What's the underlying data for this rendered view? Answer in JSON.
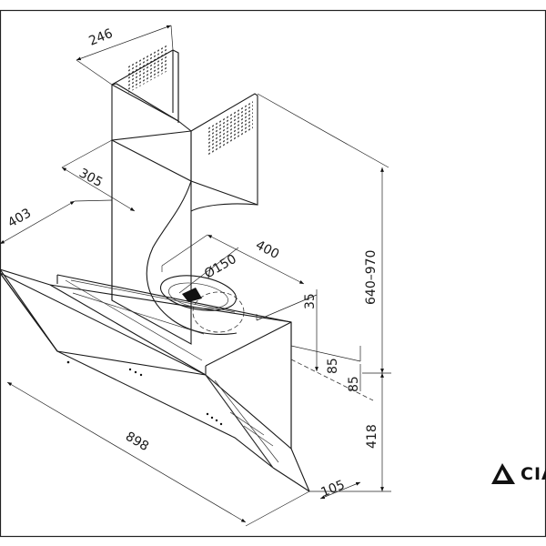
{
  "dimensions": {
    "chimney_width": "246",
    "chimney_depth": "305",
    "body_depth": "403",
    "duct_offset": "400",
    "duct_diameter": "Ø150",
    "duct_height_offset": "35",
    "chimney_height_range": "640–970",
    "bracket_offset_1": "85",
    "bracket_offset_2": "85",
    "body_height": "418",
    "body_width": "898",
    "base_depth": "105"
  },
  "brand": {
    "visible_text": "CIA"
  }
}
